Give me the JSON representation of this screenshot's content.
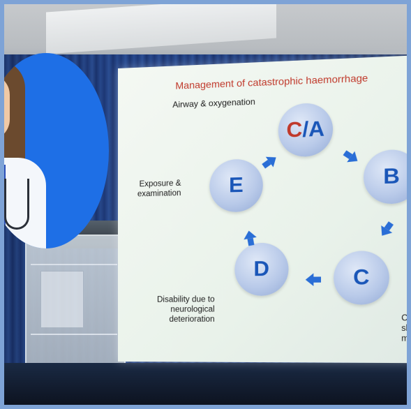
{
  "slide": {
    "title": "Management of catastrophic haemorrhage",
    "subtitle": "Airway & oxygenation",
    "nodes": {
      "ca_c": "C",
      "ca_rest": "/A",
      "b": "B",
      "c": "C",
      "d": "D",
      "e": "E"
    },
    "labels": {
      "exposure": "Exposure &",
      "examination": "examination",
      "disability_line1": "Disability due to",
      "disability_line2": "neurological",
      "disability_line3": "deterioration",
      "circulation_line1": "Circ",
      "circulation_line2": "shoc",
      "circulation_line3": "mana"
    }
  },
  "colors": {
    "title": "#c0392b",
    "letter": "#1a56b8",
    "arrow": "#2a6ed6",
    "avatar_bg": "#1e6fe6"
  }
}
